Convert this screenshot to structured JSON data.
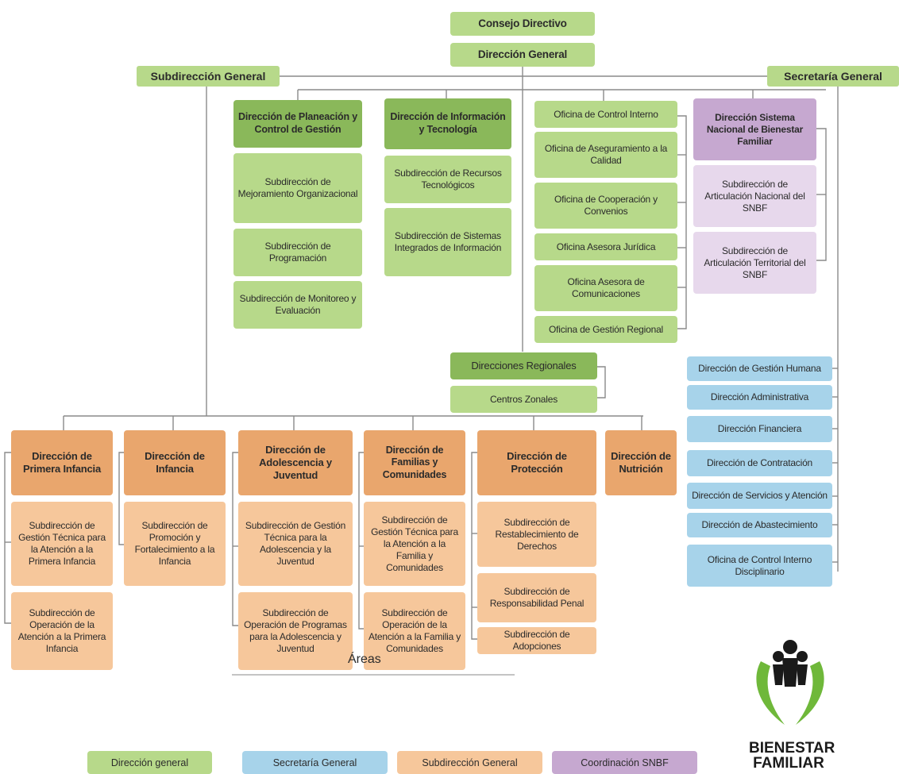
{
  "top": {
    "consejo": "Consejo Directivo",
    "direccion_general": "Dirección General",
    "subdireccion_general": "Subdirección General",
    "secretaria_general": "Secretaría General"
  },
  "planeacion": {
    "head": "Dirección de Planeación y Control de Gestión",
    "subs": [
      "Subdirección de Mejoramiento Organizacional",
      "Subdirección de Programación",
      "Subdirección de Monitoreo y Evaluación"
    ]
  },
  "informacion": {
    "head": "Dirección de Información y Tecnología",
    "subs": [
      "Subdirección de Recursos Tecnológicos",
      "Subdirección de Sistemas Integrados de Información"
    ]
  },
  "oficinas": [
    "Oficina de Control Interno",
    "Oficina de Aseguramiento a la Calidad",
    "Oficina de Cooperación y Convenios",
    "Oficina Asesora Jurídica",
    "Oficina Asesora de Comunicaciones",
    "Oficina de Gestión Regional"
  ],
  "snbf": {
    "head": "Dirección Sistema Nacional de Bienestar Familiar",
    "subs": [
      "Subdirección de Articulación Nacional del SNBF",
      "Subdirección de Articulación Territorial del SNBF"
    ]
  },
  "regionales": {
    "head": "Direcciones Regionales",
    "sub": "Centros Zonales"
  },
  "secretaria_items": [
    "Dirección de Gestión Humana",
    "Dirección Administrativa",
    "Dirección Financiera",
    "Dirección de Contratación",
    "Dirección de Servicios y Atención",
    "Dirección de Abastecimiento",
    "Oficina de Control Interno Disciplinario"
  ],
  "misionales": [
    {
      "head": "Dirección de Primera Infancia",
      "subs": [
        "Subdirección de Gestión Técnica para la Atención a la Primera Infancia",
        "Subdirección de Operación de la Atención a la Primera Infancia"
      ]
    },
    {
      "head": "Dirección de Infancia",
      "subs": [
        "Subdirección de Promoción y Fortalecimiento a la Infancia"
      ]
    },
    {
      "head": "Dirección de Adolescencia y Juventud",
      "subs": [
        "Subdirección de Gestión Técnica para la Adolescencia y la Juventud",
        "Subdirección de Operación de Programas para la Adolescencia y Juventud"
      ]
    },
    {
      "head": "Dirección de Familias y Comunidades",
      "subs": [
        "Subdirección de Gestión Técnica para la Atención a la Familia y Comunidades",
        "Subdirección de Operación de la Atención a la Familia y Comunidades"
      ]
    },
    {
      "head": "Dirección de Protección",
      "subs": [
        "Subdirección de Restablecimiento de Derechos",
        "Subdirección de Responsabilidad Penal",
        "Subdirección de Adopciones"
      ]
    },
    {
      "head": "Dirección de Nutrición",
      "subs": []
    }
  ],
  "legend": {
    "title": "Áreas",
    "items": [
      "Dirección general",
      "Secretaría General",
      "Subdirección General",
      "Coordinación SNBF"
    ]
  },
  "logo": {
    "line1": "BIENESTAR",
    "line2": "FAMILIAR"
  },
  "colors": {
    "direccion_general": "#b7d98a",
    "direccion_general_dark": "#8ab85a",
    "secretaria_general": "#a7d3ea",
    "subdireccion_general": "#f6c79b",
    "subdireccion_general_dark": "#e9a66d",
    "coordinacion_snbf": "#c6a8d0",
    "coordinacion_snbf_light": "#e7d8ec"
  }
}
